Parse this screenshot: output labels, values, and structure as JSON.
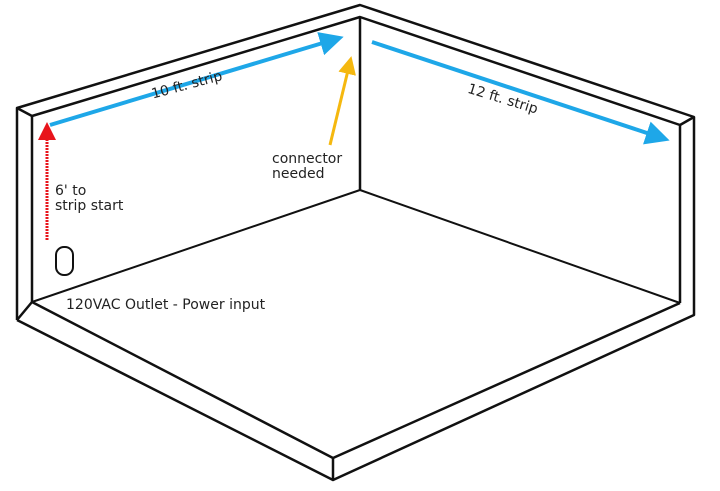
{
  "labels": {
    "strip1": "10 ft. strip",
    "strip2": "12 ft. strip",
    "connector_line1": "connector",
    "connector_line2": "needed",
    "start_line1": "6' to",
    "start_line2": "strip start",
    "outlet": "120VAC Outlet - Power input"
  },
  "colors": {
    "strip_arrow": "#1ea7e8",
    "start_arrow": "#e8141b",
    "connector_arrow": "#f5b80f",
    "outline": "#111111"
  }
}
